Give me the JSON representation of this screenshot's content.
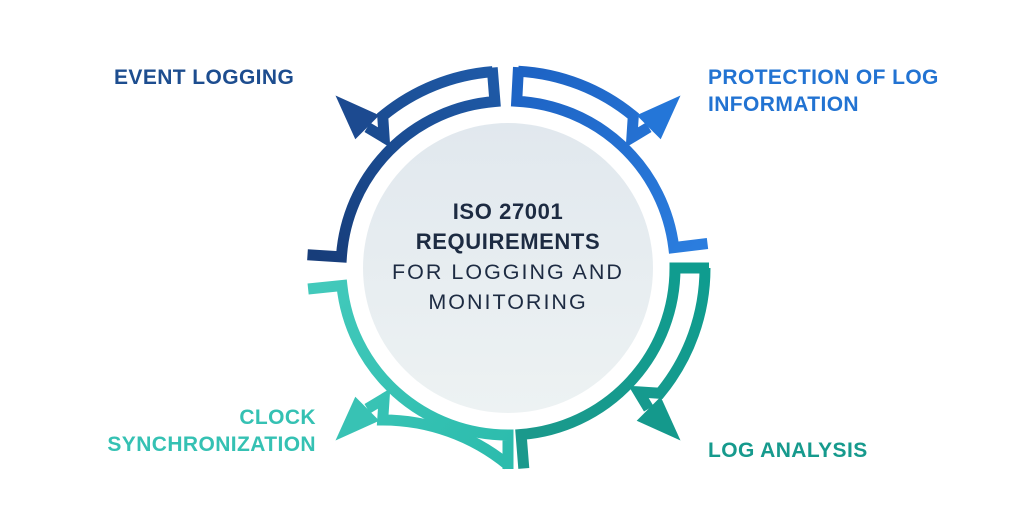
{
  "diagram": {
    "center": {
      "line1": "ISO 27001",
      "line2": "REQUIREMENTS",
      "line3": "FOR LOGGING AND",
      "line4": "MONITORING"
    },
    "labels": {
      "top_left": "EVENT LOGGING",
      "top_right_line1": "PROTECTION OF LOG",
      "top_right_line2": "INFORMATION",
      "bottom_left_line1": "CLOCK",
      "bottom_left_line2": "SYNCHRONIZATION",
      "bottom_right": "LOG ANALYSIS"
    },
    "colors": {
      "navy_light": "#1e59a6",
      "navy_dark": "#173d7a",
      "navy_head": "#1c4a90",
      "navy_label": "#1d4d8f",
      "blue_light": "#2b7dde",
      "blue_dark": "#1d63c4",
      "blue_head": "#2476d8",
      "blue_label": "#2273d2",
      "teal_light": "#42c9bb",
      "teal_dark": "#2cbcad",
      "teal_head": "#38c2b4",
      "teal_label": "#35c1b3",
      "green_light": "#1b998c",
      "green_dark": "#0f9c8f",
      "green_head": "#14998c",
      "green_label": "#169a8d",
      "circle_top": "#e1e8ee",
      "circle_bottom": "#edf2f3",
      "title_text": "#1d2b42",
      "background": "#ffffff"
    }
  }
}
